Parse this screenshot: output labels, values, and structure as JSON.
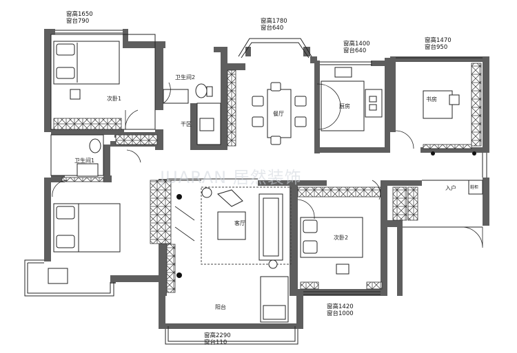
{
  "watermark": "JUARAN 居然装饰",
  "rooms": {
    "bedroom1": "次卧1",
    "bath2": "卫生间2",
    "dining": "餐厅",
    "kitchen": "厨房",
    "study": "书房",
    "dry_zone": "干区",
    "bath1": "卫生间1",
    "entrance": "入户",
    "shoe_cabinet": "鞋柜",
    "living": "客厅",
    "bedroom2": "次卧2",
    "balcony": "阳台"
  },
  "windows": [
    {
      "h": "窗高1650",
      "s": "窗台790"
    },
    {
      "h": "窗高1780",
      "s": "窗台640"
    },
    {
      "h": "窗高1400",
      "s": "窗台640"
    },
    {
      "h": "窗高1470",
      "s": "窗台950"
    },
    {
      "h": "窗高1420",
      "s": "窗台1000"
    },
    {
      "h": "窗高2290",
      "s": "窗台110"
    }
  ],
  "colors": {
    "wall": "#5e5e5e",
    "line": "#222222",
    "cabinet": "#333333",
    "watermark": "#cfd5dc"
  }
}
